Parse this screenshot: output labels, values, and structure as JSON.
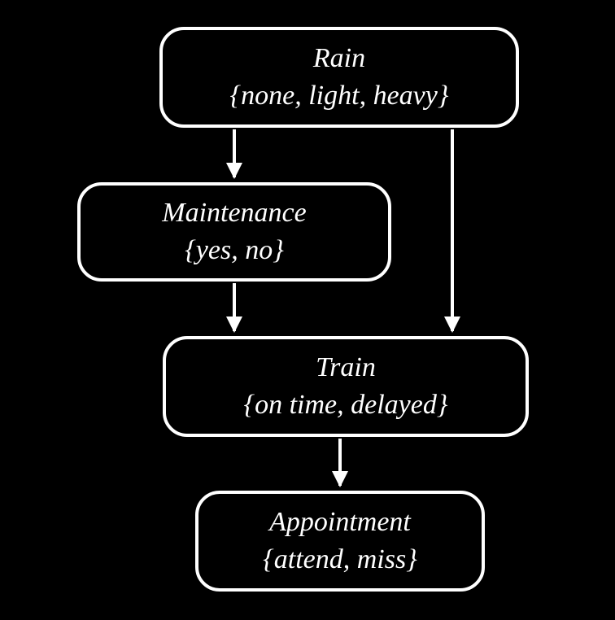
{
  "diagram": {
    "type": "bayesian-network",
    "background_color": "#000000",
    "node_border_color": "#ffffff",
    "text_color": "#ffffff",
    "nodes": [
      {
        "id": "rain",
        "title": "Rain",
        "domain": "{none, light, heavy}"
      },
      {
        "id": "maintenance",
        "title": "Maintenance",
        "domain": "{yes, no}"
      },
      {
        "id": "train",
        "title": "Train",
        "domain": "{on time, delayed}"
      },
      {
        "id": "appointment",
        "title": "Appointment",
        "domain": "{attend, miss}"
      }
    ],
    "edges": [
      {
        "from": "Rain",
        "to": "Maintenance"
      },
      {
        "from": "Rain",
        "to": "Train"
      },
      {
        "from": "Maintenance",
        "to": "Train"
      },
      {
        "from": "Train",
        "to": "Appointment"
      }
    ]
  }
}
